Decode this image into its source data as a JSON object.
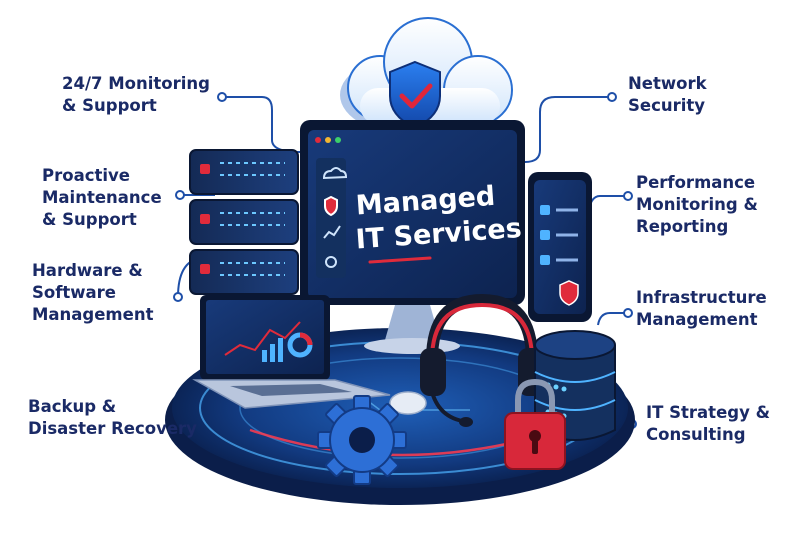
{
  "center_screen": {
    "line1": "Managed",
    "line2": "IT Services"
  },
  "labels": {
    "monitoring": "24/7 Monitoring\n& Support",
    "proactive": "Proactive\nMaintenance\n& Support",
    "hardware": "Hardware &\nSoftware\nManagement",
    "backup": "Backup &\nDisaster Recovery",
    "network": "Network\nSecurity",
    "performance": "Performance\nMonitoring &\nReporting",
    "infrastructure": "Infrastructure\nManagement",
    "strategy": "IT Strategy &\nConsulting"
  },
  "colors": {
    "label_text": "#1a2a66",
    "accent_blue": "#1e6fd9",
    "glow_blue": "#4fb3ff",
    "accent_red": "#d8283a",
    "dark_navy": "#10203f"
  },
  "icons": {
    "cloud": "cloud-icon",
    "shield": "shield-check-icon",
    "gear": "gear-icon",
    "padlock": "padlock-icon",
    "headset": "headset-icon"
  }
}
